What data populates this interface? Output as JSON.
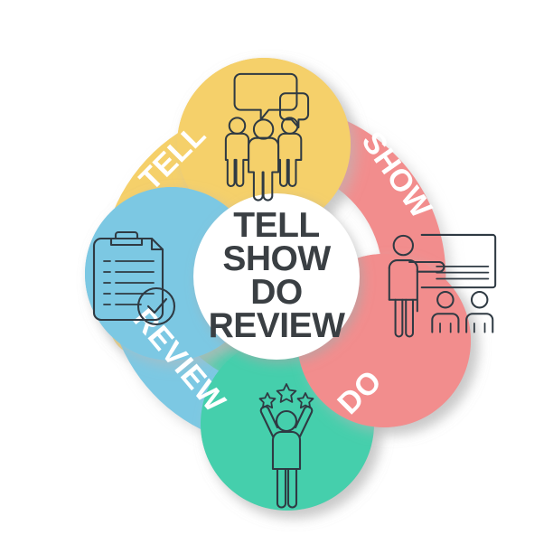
{
  "diagram": {
    "title_lines": [
      "TELL",
      "SHOW",
      "DO",
      "REVIEW"
    ],
    "center_text": "TELL SHOW DO REVIEW",
    "background_color": "#FFFFFF",
    "center_circle_color": "#FFFFFF",
    "center_text_color": "#3A3F43",
    "icon_stroke_color": "#2F3A43",
    "segments": [
      {
        "id": "tell",
        "label": "TELL",
        "color": "#F5D06A",
        "icon": "people-speech-bubbles-icon",
        "label_rotation": -45,
        "position": "top-left"
      },
      {
        "id": "show",
        "label": "SHOW",
        "color": "#F28D8D",
        "icon": "presenter-whiteboard-audience-icon",
        "label_rotation": 55,
        "position": "top-right"
      },
      {
        "id": "do",
        "label": "DO",
        "color": "#44CFAC",
        "icon": "celebrating-person-stars-icon",
        "label_rotation": -45,
        "position": "bottom-right"
      },
      {
        "id": "review",
        "label": "REVIEW",
        "color": "#7CC8E3",
        "icon": "clipboard-checkmark-icon",
        "label_rotation": 50,
        "position": "bottom-left"
      }
    ]
  }
}
